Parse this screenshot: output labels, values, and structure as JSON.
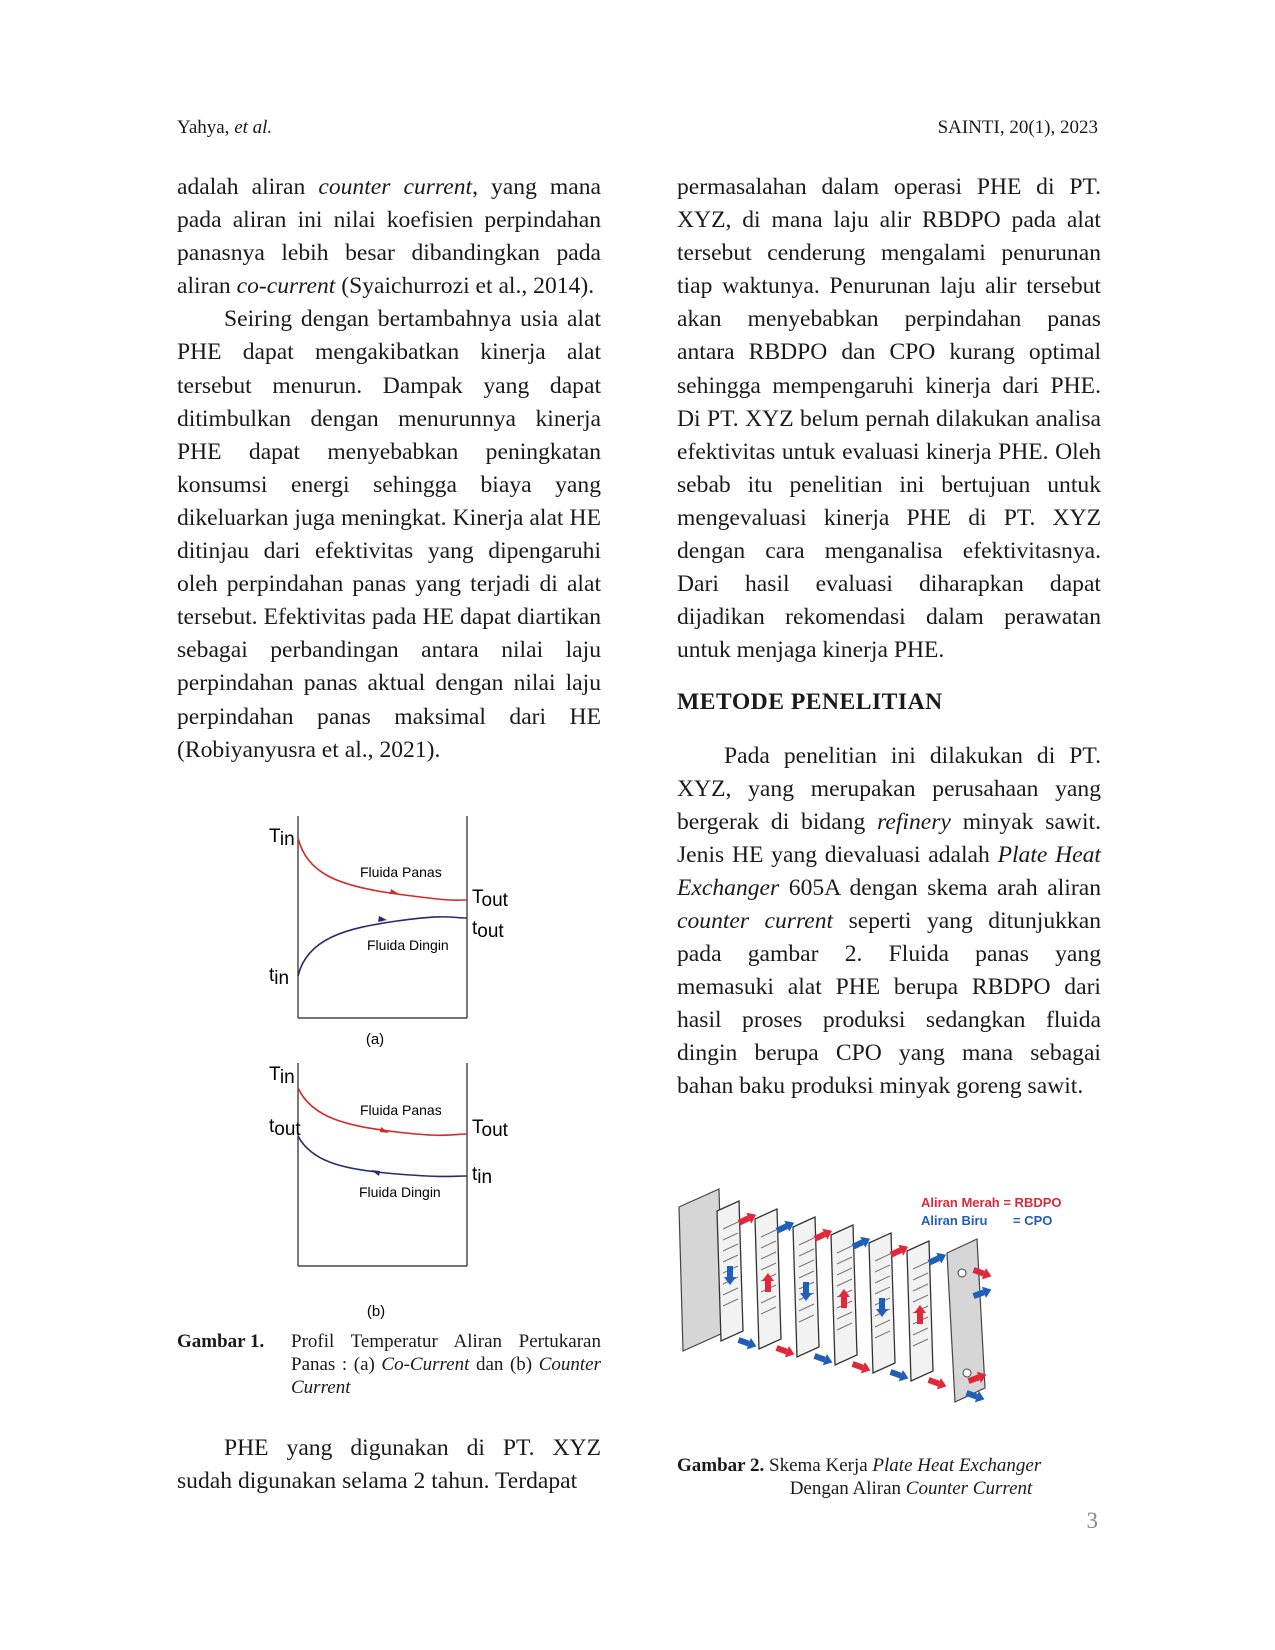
{
  "header": {
    "authors": "Yahya,",
    "authors_etal": "et al.",
    "journal": "SAINTI, 20(1), 2023"
  },
  "left_top": {
    "p1": [
      {
        "t": "adalah aliran "
      },
      {
        "t": "counter current",
        "i": true
      },
      {
        "t": ", yang mana pada aliran ini nilai koefisien perpindahan panasnya lebih besar dibandingkan pada aliran "
      },
      {
        "t": "co-current",
        "i": true
      },
      {
        "t": " (Syaichurrozi et al., 2014)."
      }
    ],
    "p2": "Seiring dengan bertambahnya usia alat PHE dapat mengakibatkan kinerja alat tersebut menurun. Dampak yang dapat ditimbulkan dengan menurunnya kinerja PHE dapat menyebabkan peningkatan konsumsi energi sehingga biaya yang dikeluarkan juga meningkat. Kinerja alat HE ditinjau dari efektivitas yang dipengaruhi oleh perpindahan panas yang terjadi di alat tersebut. Efektivitas pada HE dapat diartikan sebagai perbandingan antara nilai laju perpindahan panas aktual dengan nilai laju perpindahan panas maksimal dari HE (Robiyanyusra et al., 2021)."
  },
  "figure1": {
    "a": {
      "T_in": "T",
      "T_in_sub": "in",
      "T_out": "T",
      "T_out_sub": "out",
      "t_out": "t",
      "t_out_sub": "out",
      "t_in": "t",
      "t_in_sub": "in",
      "hot_label": "Fluida Panas",
      "cold_label": "Fluida Dingin",
      "panel_label": "(a)"
    },
    "b": {
      "T_in": "T",
      "T_in_sub": "in",
      "t_out": "t",
      "t_out_sub": "out",
      "T_out": "T",
      "T_out_sub": "out",
      "t_in": "t",
      "t_in_sub": "in",
      "hot_label": "Fluida Panas",
      "cold_label": "Fluida Dingin",
      "panel_label": "(b)"
    },
    "colors": {
      "hot": "#d42a2a",
      "cold": "#2a2a6e"
    },
    "caption_label": "Gambar 1.",
    "caption": [
      {
        "t": "Profil Temperatur Aliran Pertukaran Panas : (a) "
      },
      {
        "t": "Co-Current",
        "i": true
      },
      {
        "t": " dan (b) "
      },
      {
        "t": "Counter Current",
        "i": true
      }
    ]
  },
  "left_bottom": {
    "p": "PHE yang digunakan di PT. XYZ sudah digunakan selama 2 tahun. Terdapat"
  },
  "right_col": {
    "p1": "permasalahan dalam operasi PHE di PT. XYZ, di mana laju alir RBDPO pada alat tersebut cenderung mengalami penurunan tiap waktunya. Penurunan laju alir tersebut akan menyebabkan perpindahan panas antara RBDPO dan CPO kurang optimal sehingga mempengaruhi kinerja dari PHE. Di PT. XYZ belum pernah dilakukan analisa efektivitas untuk evaluasi kinerja PHE. Oleh sebab itu penelitian ini bertujuan untuk mengevaluasi kinerja PHE di PT. XYZ dengan cara menganalisa efektivitasnya. Dari hasil evaluasi diharapkan dapat dijadikan rekomendasi dalam perawatan untuk menjaga kinerja PHE.",
    "section_title": "METODE  PENELITIAN",
    "p2": [
      {
        "t": "Pada penelitian ini dilakukan di PT. XYZ, yang merupakan perusahaan yang bergerak di bidang "
      },
      {
        "t": "refinery",
        "i": true
      },
      {
        "t": " minyak sawit. Jenis HE yang dievaluasi adalah "
      },
      {
        "t": "Plate Heat Exchanger",
        "i": true
      },
      {
        "t": " 605A dengan skema arah aliran "
      },
      {
        "t": "counter current",
        "i": true
      },
      {
        "t": " seperti yang ditunjukkan pada gambar 2.  Fluida panas yang memasuki alat PHE berupa RBDPO dari hasil proses produksi sedangkan fluida dingin berupa CPO yang mana sebagai bahan baku produksi minyak goreng sawit."
      }
    ]
  },
  "figure2": {
    "legend_red": "Aliran Merah = RBDPO",
    "legend_blue_a": "Aliran Biru",
    "legend_blue_b": "= CPO",
    "colors": {
      "red": "#e0283a",
      "blue": "#1f5fb8"
    },
    "caption_label": "Gambar 2.",
    "caption_line1": [
      {
        "t": "Skema Kerja "
      },
      {
        "t": "Plate Heat Exchanger",
        "i": true
      }
    ],
    "caption_line2": [
      {
        "t": "Dengan Aliran "
      },
      {
        "t": "Counter Current",
        "i": true
      }
    ]
  },
  "page_number": "3"
}
